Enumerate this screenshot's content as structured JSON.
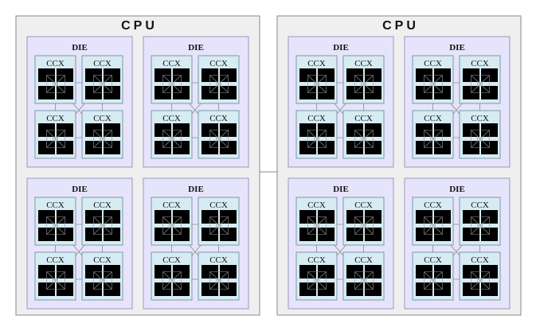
{
  "cpu_label": "CPU",
  "die_label": "DIE",
  "ccx_label": "CCX",
  "cpu_count": 2,
  "dies_per_cpu": 4,
  "ccx_per_die": 4,
  "cores_per_ccx": 4,
  "colors": {
    "cpu_fill": "#efefef",
    "cpu_stroke": "#8a8a8a",
    "die_fill": "#e6e4fb",
    "die_stroke": "#9a98bc",
    "ccx_fill": "#d7ebf3",
    "ccx_stroke": "#7a9aa8",
    "core_fill": "#000000",
    "link": "#8a8a8a"
  }
}
